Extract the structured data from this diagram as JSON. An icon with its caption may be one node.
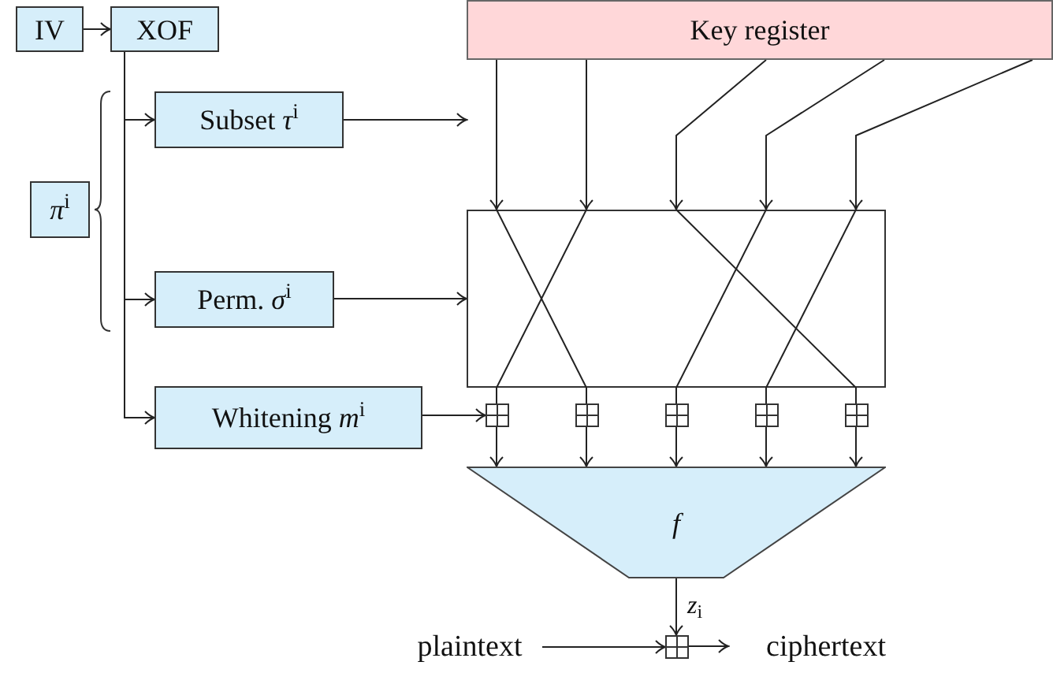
{
  "diagram": {
    "nodes": [
      {
        "text": [
          "IV"
        ]
      },
      {
        "text": [
          "XOF"
        ]
      },
      {
        "text": [
          "*π*$^{i}$"
        ]
      },
      {
        "text": [
          "Subset *τ*$^{i}$"
        ]
      },
      {
        "text": [
          "Perm. *σ*$^{i}$"
        ]
      },
      {
        "text": [
          "Whitening *m*$^{i}$"
        ]
      },
      {
        "text": [
          "Key register"
        ]
      },
      {
        "text": [],
        "shape": "box"
      },
      {
        "text": [],
        "shape": "box"
      },
      {
        "text": [],
        "shape": "box"
      },
      {
        "text": [],
        "shape": "box"
      },
      {
        "text": [],
        "shape": "box"
      },
      {
        "text": [],
        "shape": "box"
      },
      {
        "text": [
          "f"
        ]
      },
      {
        "text": [
          "plaintext"
        ]
      },
      {
        "text": [],
        "shape": "box"
      },
      {
        "text": [
          "ciphertext"
        ]
      }
    ],
    "edges": [
      {
        "from": 0,
        "to": 1,
        "arrow": "to"
      },
      {
        "from": 1,
        "to": 3,
        "arrow": "to"
      },
      {
        "from": 1,
        "to": 4,
        "arrow": "to"
      },
      {
        "from": 1,
        "to": 5,
        "arrow": "to"
      },
      {
        "from": 3,
        "to": null,
        "arrow": "to"
      },
      {
        "from": 4,
        "to": 7,
        "arrow": "to"
      },
      {
        "from": 5,
        "to": 8,
        "arrow": "to"
      },
      {
        "from": 6,
        "to": 7,
        "arrow": "to"
      },
      {
        "from": 6,
        "to": 7,
        "arrow": "to"
      },
      {
        "from": 6,
        "to": 7,
        "arrow": "to"
      },
      {
        "from": 6,
        "to": 7,
        "arrow": "to"
      },
      {
        "from": 6,
        "to": 7,
        "arrow": "to"
      },
      {
        "from": 7,
        "to": 8,
        "arrow": "none"
      },
      {
        "from": 7,
        "to": 9,
        "arrow": "none"
      },
      {
        "from": 7,
        "to": 10,
        "arrow": "none"
      },
      {
        "from": 7,
        "to": 11,
        "arrow": "none"
      },
      {
        "from": 7,
        "to": 12,
        "arrow": "none"
      },
      {
        "from": 8,
        "to": 13,
        "arrow": "to"
      },
      {
        "from": 9,
        "to": 13,
        "arrow": "to"
      },
      {
        "from": 10,
        "to": 13,
        "arrow": "to"
      },
      {
        "from": 11,
        "to": 13,
        "arrow": "to"
      },
      {
        "from": 12,
        "to": 13,
        "arrow": "to"
      },
      {
        "from": 13,
        "to": 15,
        "arrow": "to",
        "label": "*z*$_{i}$"
      },
      {
        "from": 14,
        "to": 15,
        "arrow": "to"
      },
      {
        "from": 15,
        "to": 16,
        "arrow": "to"
      }
    ]
  }
}
